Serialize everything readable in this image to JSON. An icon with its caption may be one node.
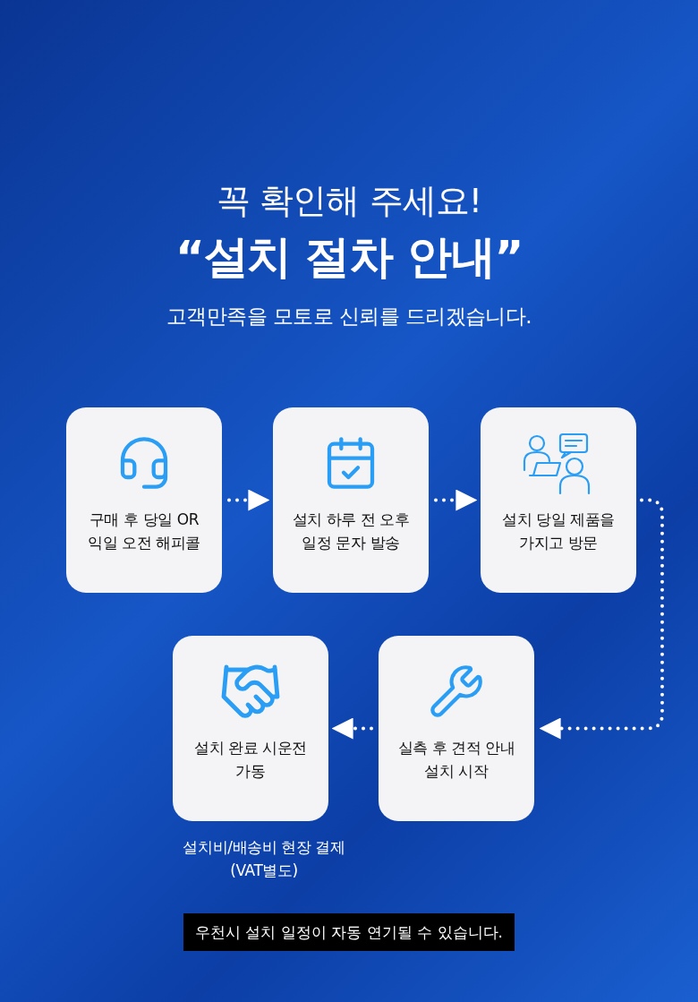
{
  "diagram": {
    "title": "“설치 절차 안내”",
    "nodes": [
      {
        "text": [
          "구매 후 당일 OR 익일 오전 해피콜"
        ]
      },
      {
        "text": [
          "설치 하루 전 오후 일정 문자 발송"
        ]
      },
      {
        "text": [
          "설치 당일 제품을 가지고 방문"
        ]
      },
      {
        "text": [
          "설치 완료 시운전 가동"
        ],
        "beside": [
          "설치비/배송비 현장 결제(VAT별도)"
        ]
      },
      {
        "text": [
          "실측 후 견적 안내 설치 시작"
        ]
      }
    ],
    "edges": [
      {
        "from": 0,
        "to": 1,
        "arrow": "to",
        "style": "dashed"
      },
      {
        "from": 1,
        "to": 2,
        "arrow": "to",
        "style": "dashed"
      },
      {
        "from": 2,
        "to": 4,
        "arrow": "to",
        "style": "dashed"
      },
      {
        "from": 4,
        "to": 3,
        "arrow": "to",
        "style": "dashed"
      }
    ],
    "labels": [
      "꼭 확인해 주세요!",
      "고객만족을 모토로 신뢰를 드리겠습니다.",
      "우천시 설치 일정이 자동 연기될 수 있습니다."
    ]
  }
}
